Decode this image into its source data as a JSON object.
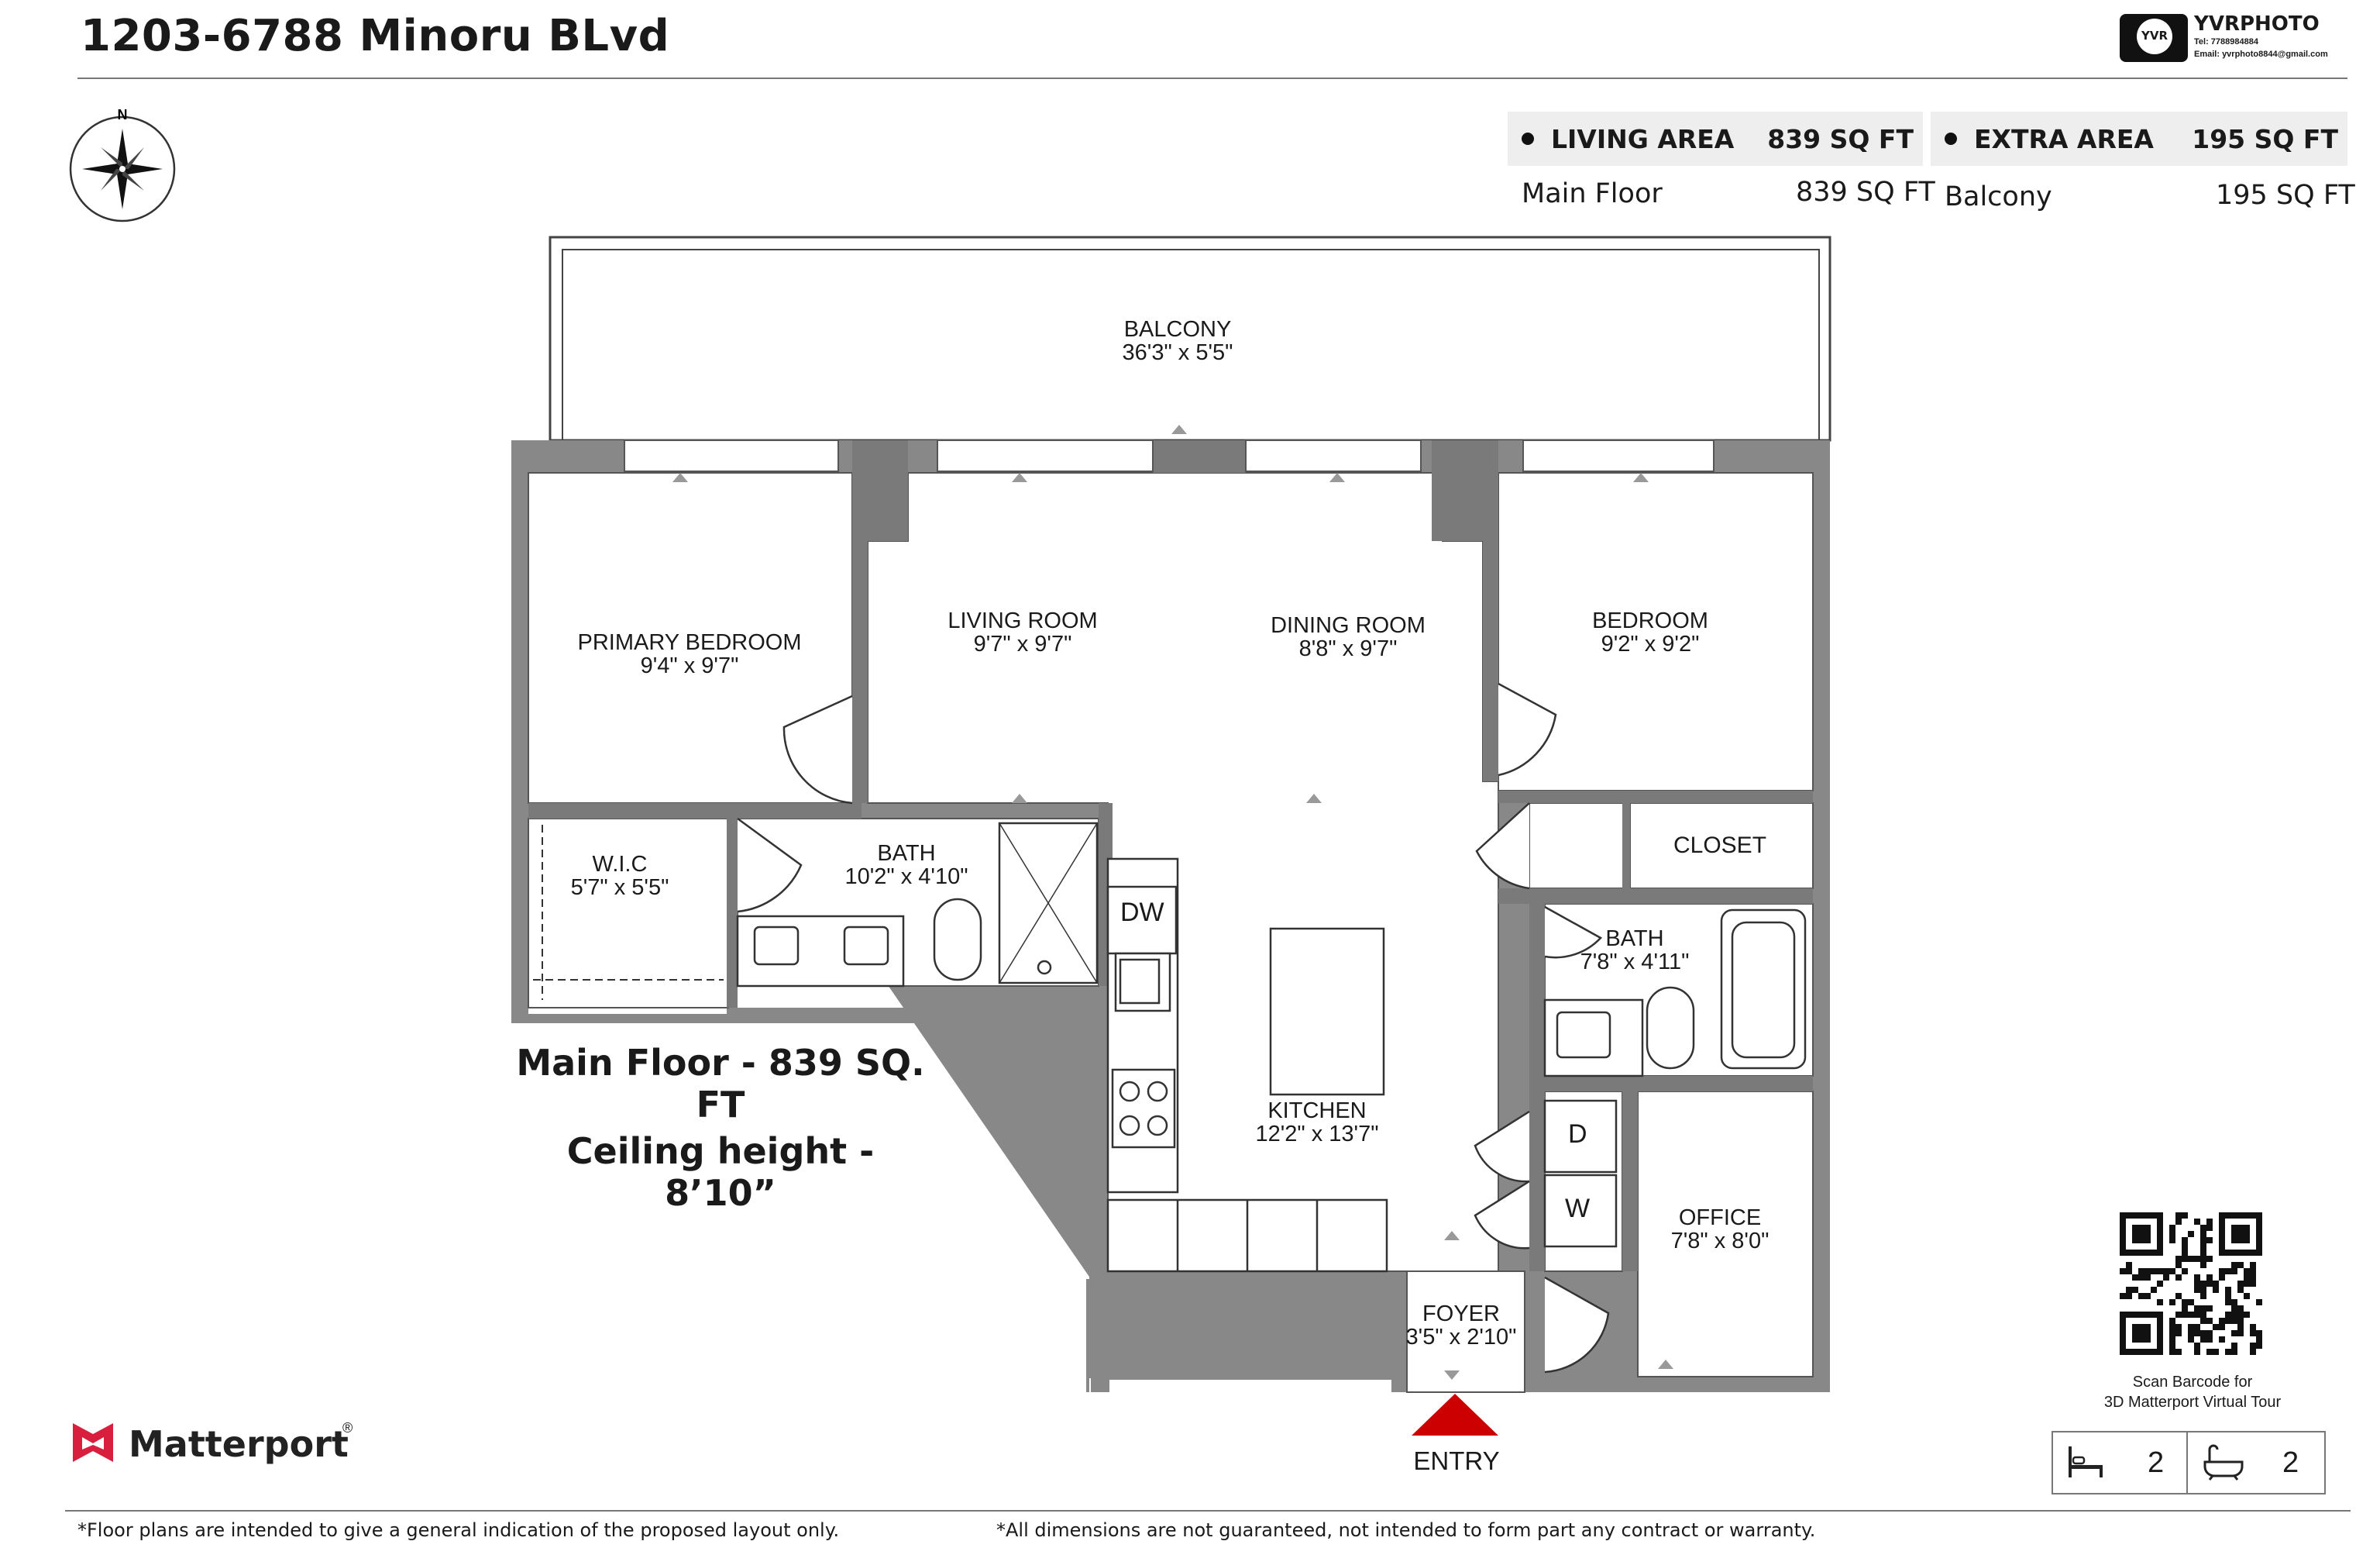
{
  "header": {
    "address": "1203-6788 Minoru BLvd",
    "brand": {
      "name": "YVRPHOTO",
      "badge": "YVR",
      "tel": "Tel: 7788984884",
      "email": "Email: yvrphoto8844@gmail.com"
    }
  },
  "areas": {
    "living": {
      "title": "LIVING AREA",
      "total": "839 SQ FT",
      "rows": [
        {
          "label": "Main Floor",
          "value": "839 SQ FT"
        }
      ]
    },
    "extra": {
      "title": "EXTRA AREA",
      "total": "195 SQ FT",
      "rows": [
        {
          "label": "Balcony",
          "value": "195 SQ FT"
        }
      ]
    }
  },
  "compass": {
    "north": "N"
  },
  "rooms": {
    "balcony": {
      "name": "BALCONY",
      "dims": "36'3\" x 5'5\""
    },
    "primary_bedroom": {
      "name": "PRIMARY BEDROOM",
      "dims": "9'4\" x 9'7\""
    },
    "living_room": {
      "name": "LIVING ROOM",
      "dims": "9'7\" x 9'7\""
    },
    "dining_room": {
      "name": "DINING ROOM",
      "dims": "8'8\" x 9'7\""
    },
    "bedroom": {
      "name": "BEDROOM",
      "dims": "9'2\" x 9'2\""
    },
    "wic": {
      "name": "W.I.C",
      "dims": "5'7\" x 5'5\""
    },
    "bath_primary": {
      "name": "BATH",
      "dims": "10'2\" x 4'10\""
    },
    "closet": {
      "name": "CLOSET"
    },
    "bath_second": {
      "name": "BATH",
      "dims": "7'8\" x 4'11\""
    },
    "kitchen": {
      "name": "KITCHEN",
      "dims": "12'2\" x 13'7\""
    },
    "office": {
      "name": "OFFICE",
      "dims": "7'8\" x 8'0\""
    },
    "foyer": {
      "name": "FOYER",
      "dims": "3'5\" x 2'10\""
    }
  },
  "fixtures": {
    "dishwasher": "DW",
    "dryer": "D",
    "washer": "W"
  },
  "entry": "ENTRY",
  "floor_summary": {
    "line1": "Main Floor - 839 SQ. FT",
    "line2": "Ceiling height - 8’10”"
  },
  "matterport": {
    "name": "Matterport",
    "reg": "®"
  },
  "qr": {
    "caption1": "Scan Barcode for",
    "caption2": "3D Matterport Virtual Tour"
  },
  "counts": {
    "bedrooms": "2",
    "bathrooms": "2",
    "bed_icon": "bed-icon",
    "bath_icon": "bathtub-icon"
  },
  "footer": {
    "left": "*Floor plans are intended to give a general indication of the proposed layout only.",
    "right": "*All dimensions are not guaranteed, not intended to form part any contract or warranty."
  },
  "colors": {
    "wall": "#888888",
    "wall_dark": "#7a7a7a",
    "entry": "#cc0000",
    "matterport": "#d8203e",
    "panel": "#eeeeee"
  }
}
